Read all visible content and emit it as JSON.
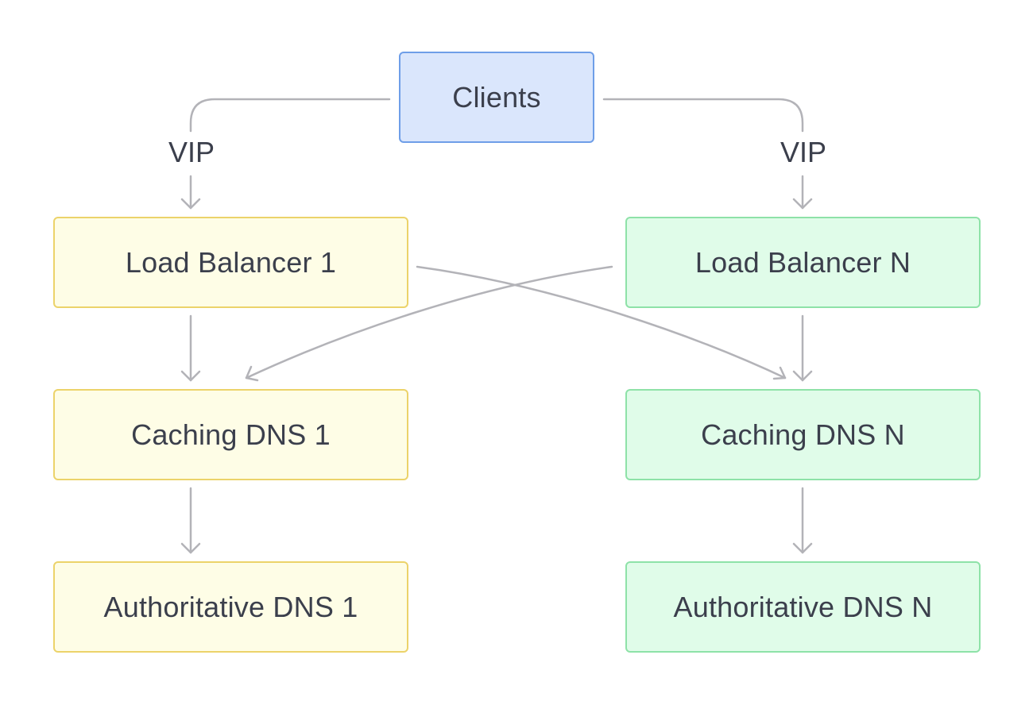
{
  "colors": {
    "blue_fill": "#dae6fc",
    "blue_border": "#6e9ee8",
    "yellow_fill": "#fefde6",
    "yellow_border": "#ecd36a",
    "green_fill": "#e0fce9",
    "green_border": "#8ee2a8",
    "edge": "#b3b3b8",
    "text": "#3b3f4c"
  },
  "nodes": {
    "clients": "Clients",
    "lb1": "Load Balancer 1",
    "lbn": "Load Balancer N",
    "cache1": "Caching DNS 1",
    "cachen": "Caching DNS N",
    "auth1": "Authoritative DNS 1",
    "authn": "Authoritative DNS N"
  },
  "edge_labels": {
    "vip_left": "VIP",
    "vip_right": "VIP"
  }
}
